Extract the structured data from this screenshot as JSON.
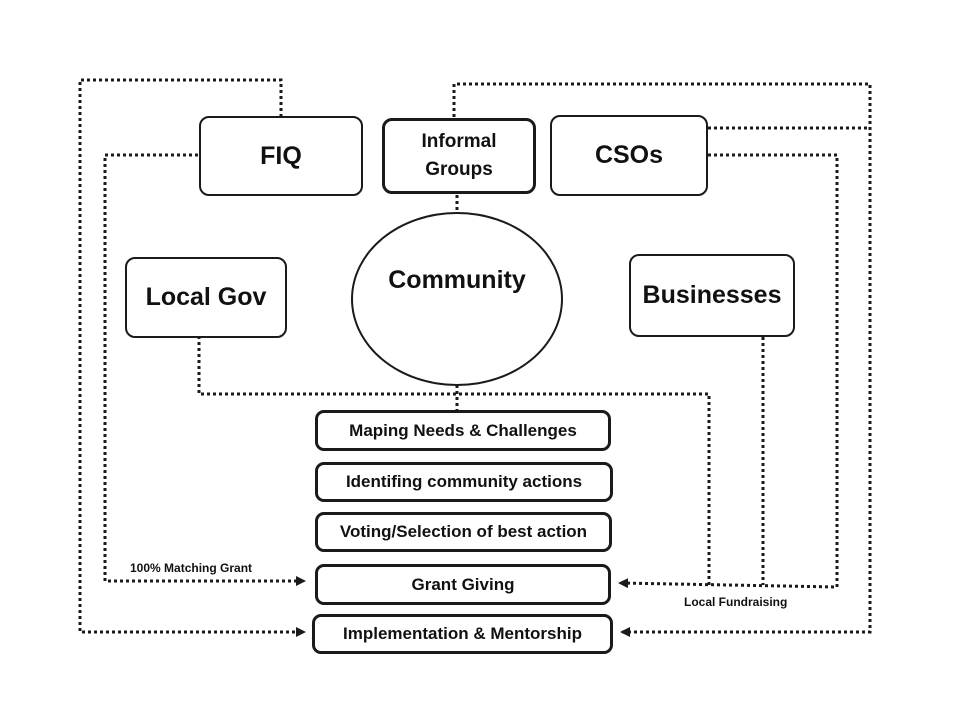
{
  "nodes": {
    "fiq": "FIQ",
    "informal_groups": "Informal Groups",
    "csos": "CSOs",
    "local_gov": "Local Gov",
    "community": "Community",
    "businesses": "Businesses"
  },
  "steps": [
    "Maping Needs & Challenges",
    "Identifing community actions",
    "Voting/Selection of best action",
    "Grant Giving",
    "Implementation & Mentorship"
  ],
  "annotations": {
    "matching_grant": "100% Matching Grant",
    "local_fundraising": "Local Fundraising"
  },
  "colors": {
    "line": "#1a1a1a",
    "border": "#1a1a1a"
  }
}
